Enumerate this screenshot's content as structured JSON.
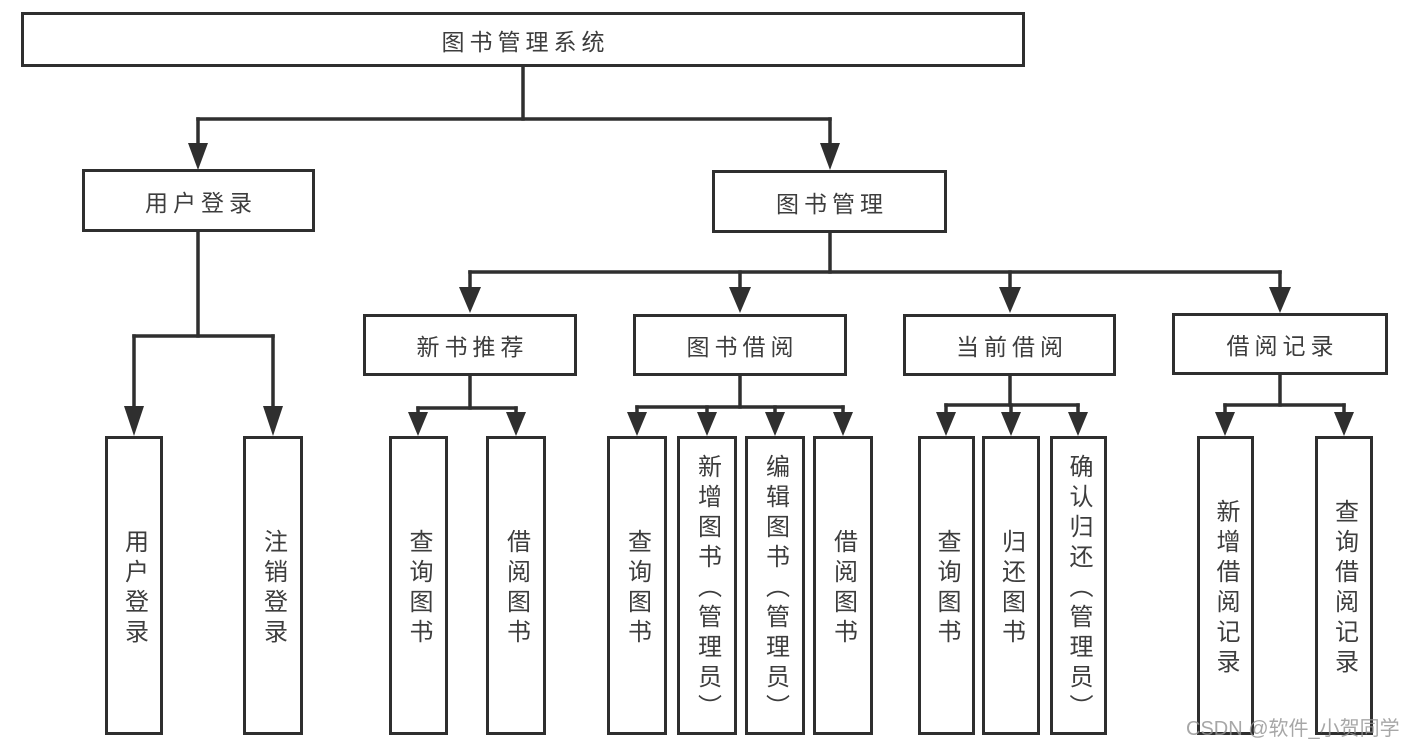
{
  "diagram": {
    "root": {
      "label": "图书管理系统"
    },
    "branches": [
      {
        "id": "user-login",
        "label": "用户登录",
        "children": [
          "用户登录",
          "注销登录"
        ]
      },
      {
        "id": "book-management",
        "label": "图书管理"
      }
    ],
    "modules": [
      {
        "id": "new-book-recommendation",
        "label": "新书推荐",
        "children": [
          "查询图书",
          "借阅图书"
        ]
      },
      {
        "id": "book-borrowing",
        "label": "图书借阅",
        "children": [
          "查询图书",
          "新增图书（管理员）",
          "编辑图书（管理员）",
          "借阅图书"
        ]
      },
      {
        "id": "current-borrowing",
        "label": "当前借阅",
        "children": [
          "查询图书",
          "归还图书",
          "确认归还（管理员）"
        ]
      },
      {
        "id": "borrowing-records",
        "label": "借阅记录",
        "children": [
          "新增借阅记录",
          "查询借阅记录"
        ]
      }
    ]
  },
  "watermark": {
    "text": "CSDN @软件_小贺同学",
    "color": "#949494"
  },
  "colors": {
    "line": "#2f2f2f",
    "box_border": "#2f2f2f",
    "text": "#3d3d3d",
    "background": "#ffffff"
  }
}
